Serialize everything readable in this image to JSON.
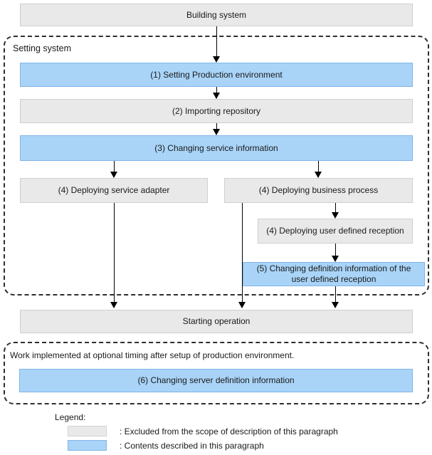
{
  "colors": {
    "blue_fill": "#a9d4f8",
    "blue_border": "#80b4e8",
    "gray_fill": "#e9e9e9",
    "gray_border": "#cfcfcf",
    "dashed_border": "#2e2e2e"
  },
  "nodes": {
    "building_system": {
      "label": "Building system",
      "style": "gray"
    },
    "step1": {
      "label": "(1) Setting Production environment",
      "style": "blue"
    },
    "step2": {
      "label": "(2) Importing repository",
      "style": "gray"
    },
    "step3": {
      "label": "(3) Changing service information",
      "style": "blue"
    },
    "step4_service_adapter": {
      "label": "(4) Deploying service adapter",
      "style": "gray"
    },
    "step4_business_process": {
      "label": "(4) Deploying business process",
      "style": "gray"
    },
    "step4_user_defined_reception": {
      "label": "(4) Deploying user defined reception",
      "style": "gray"
    },
    "step5": {
      "label": "(5) Changing definition information of the user defined reception",
      "style": "blue"
    },
    "starting_operation": {
      "label": "Starting operation",
      "style": "gray"
    },
    "step6": {
      "label": "(6) Changing server definition information",
      "style": "blue"
    }
  },
  "groups": {
    "setting_system": {
      "label": "Setting system"
    },
    "optional_work": {
      "label": "Work implemented at optional timing after setup of production environment."
    }
  },
  "legend": {
    "title": "Legend:",
    "items": [
      {
        "swatch": "gray",
        "label": ": Excluded from the scope of description of this paragraph"
      },
      {
        "swatch": "blue",
        "label": ": Contents described in this paragraph"
      }
    ]
  }
}
